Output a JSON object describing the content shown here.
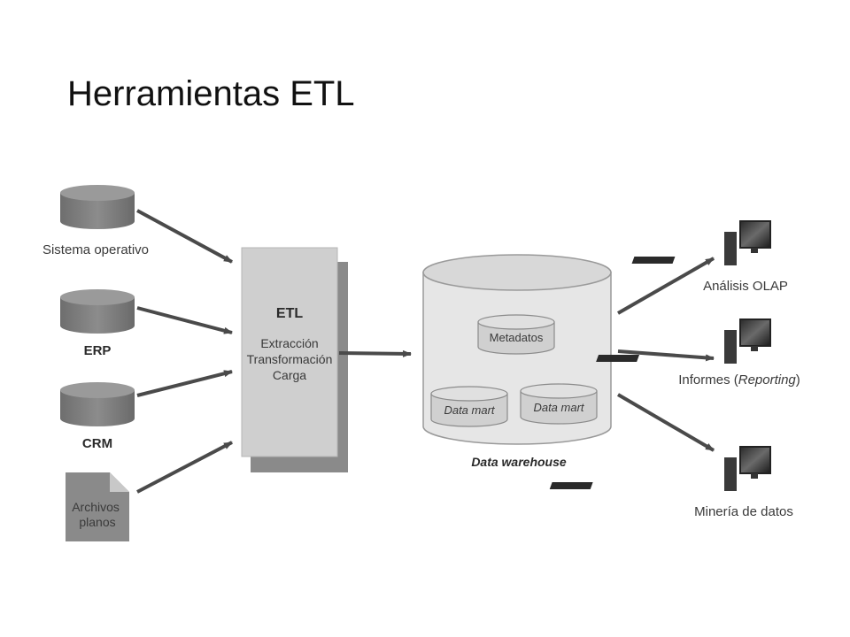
{
  "title": "Herramientas ETL",
  "colors": {
    "cylinder": "#7d7d7d",
    "cylinder_top": "#9a9a9a",
    "etl_box": "#cfcfcf",
    "shadow": "#8a8a8a",
    "warehouse": "#e6e6e6",
    "arrow": "#4a4a4a"
  },
  "sources": [
    {
      "label": "Sistema operativo",
      "icon": "database-icon"
    },
    {
      "label": "ERP",
      "icon": "database-icon"
    },
    {
      "label": "CRM",
      "icon": "database-icon"
    },
    {
      "label": "Archivos planos",
      "icon": "file-icon"
    }
  ],
  "etl": {
    "heading": "ETL",
    "steps": [
      "Extracción",
      "Transformación",
      "Carga"
    ]
  },
  "warehouse": {
    "label": "Data warehouse",
    "metadata": "Metadatos",
    "marts": [
      "Data mart",
      "Data mart"
    ]
  },
  "outputs": [
    {
      "label": "Análisis OLAP",
      "icon": "computer-icon"
    },
    {
      "label_prefix": "Informes (",
      "label_italic": "Reporting",
      "label_suffix": ")",
      "icon": "computer-icon"
    },
    {
      "label": "Minería de datos",
      "icon": "computer-icon"
    }
  ]
}
